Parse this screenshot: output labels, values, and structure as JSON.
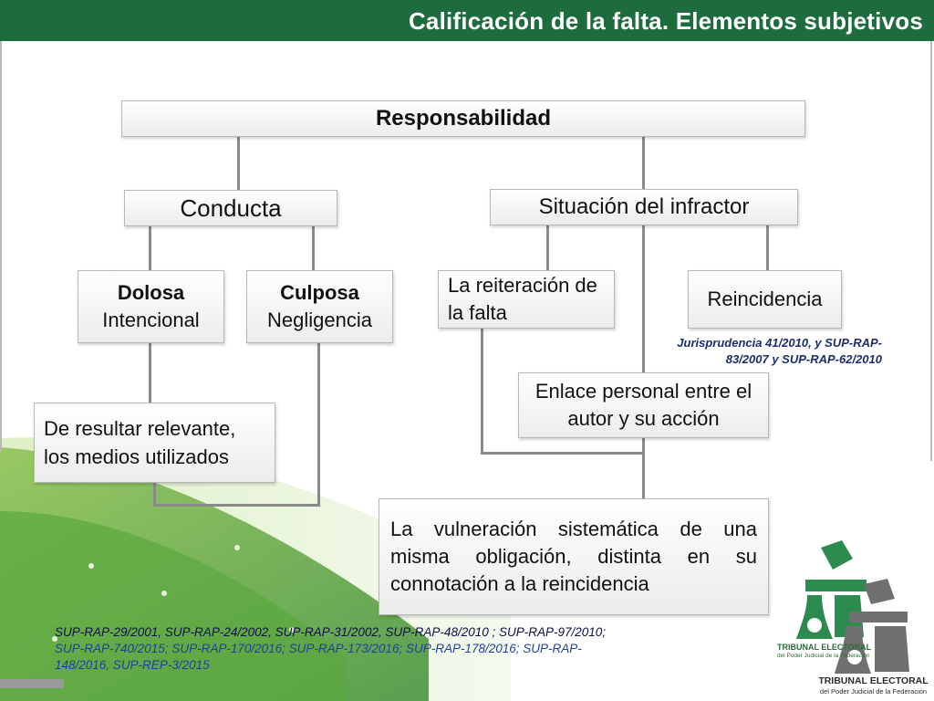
{
  "header": {
    "title": "Calificación de la falta. Elementos subjetivos"
  },
  "diagram": {
    "root": "Responsabilidad",
    "conducta": "Conducta",
    "situacion": "Situación del infractor",
    "dolosa_title": "Dolosa",
    "dolosa_sub": "Intencional",
    "culposa_title": "Culposa",
    "culposa_sub": "Negligencia",
    "medios": "De resultar relevante, los medios utilizados",
    "reiteracion": "La reiteración de la falta",
    "reincidencia": "Reincidencia",
    "jurisprudencia": "Jurisprudencia 41/2010, y SUP-RAP-83/2007 y SUP-RAP-62/2010",
    "enlace": "Enlace personal entre el autor y su acción",
    "vulneracion": "La vulneración sistemática de una misma obligación, distinta en su connotación a la reincidencia"
  },
  "references": {
    "line1": "SUP-RAP-29/2001, SUP-RAP-24/2002, SUP-RAP-31/2002, SUP-RAP-48/2010 ; SUP-RAP-97/2010;",
    "line2": "SUP-RAP-740/2015; SUP-RAP-170/2016; SUP-RAP-173/2016; SUP-RAP-178/2016; SUP-RAP-",
    "line3": "148/2016, SUP-REP-3/2015"
  },
  "logo": {
    "name1": "TRIBUNAL ELECTORAL",
    "sub1": "del Poder Judicial de la Federación",
    "name2": "TRIBUNAL ELECTORAL",
    "sub2": "del Poder Judicial de la Federación"
  },
  "colors": {
    "header": "#1e6b3d",
    "logo_green": "#2e8b4f",
    "logo_gray": "#7a7a7a"
  }
}
